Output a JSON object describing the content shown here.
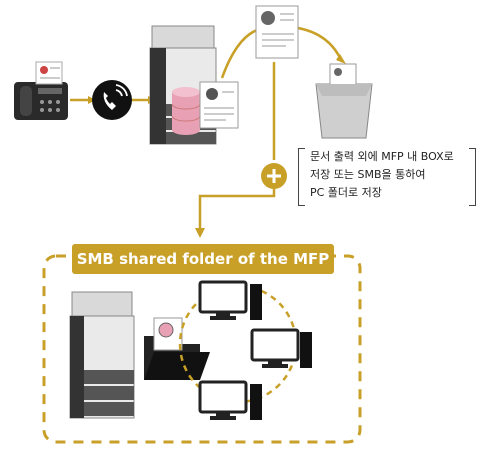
{
  "note": {
    "line1": "문서 출력 외에 MFP 내 BOX로",
    "line2": "저장 또는 SMB을 통하여",
    "line3": "PC 폴더로 저장"
  },
  "banner": {
    "title": "SMB shared folder of the MFP"
  },
  "colors": {
    "gold": "#c8a028",
    "dark": "#222222",
    "pink": "#e8a0b4"
  },
  "icons": [
    "fax-phone-icon",
    "phone-call-icon",
    "mfp-printer-icon",
    "database-icon",
    "document-icon",
    "storage-box-icon",
    "plus-icon",
    "folder-icon",
    "pc-icon"
  ]
}
